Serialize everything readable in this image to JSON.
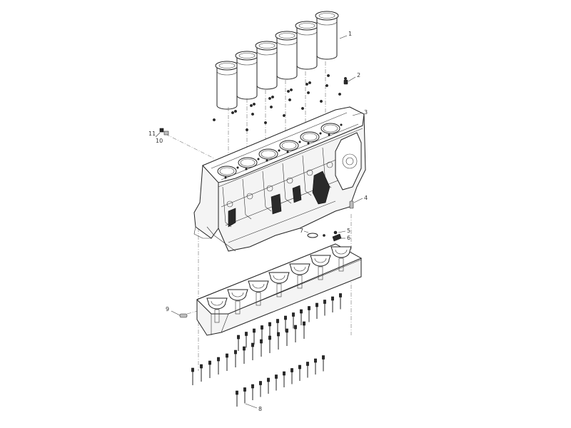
{
  "diagram": {
    "callouts": [
      {
        "label": "1",
        "part": "cylinder-liner"
      },
      {
        "label": "2",
        "part": "plug"
      },
      {
        "label": "3",
        "part": "cylinder-block"
      },
      {
        "label": "4",
        "part": "dowel-pin"
      },
      {
        "label": "5",
        "part": "bolt"
      },
      {
        "label": "6",
        "part": "nozzle"
      },
      {
        "label": "7",
        "part": "o-ring"
      },
      {
        "label": "8",
        "part": "main-bearing-cap-bolt"
      },
      {
        "label": "9",
        "part": "plug-small"
      },
      {
        "label": "10",
        "part": "fitting"
      },
      {
        "label": "11",
        "part": "fitting-nut"
      }
    ],
    "colors": {
      "ink": "#222222",
      "body_fill": "#f4f4f4",
      "background": "#ffffff"
    }
  }
}
